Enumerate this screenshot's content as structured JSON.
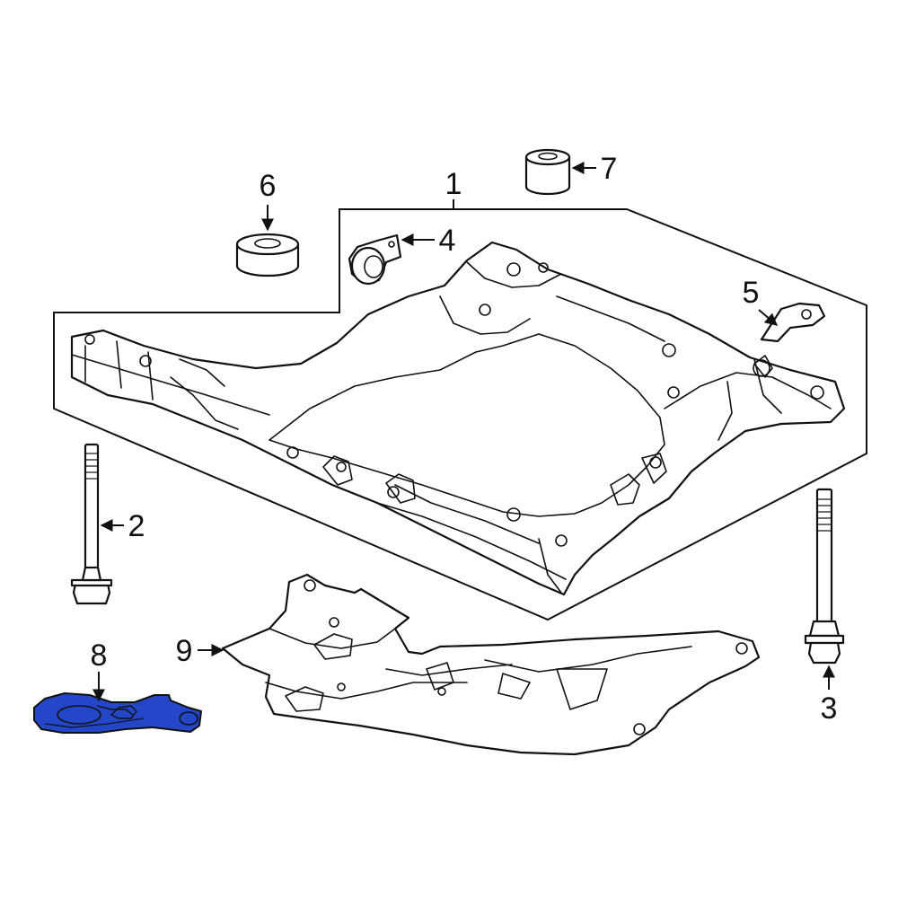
{
  "diagram": {
    "highlight_color": "#2446c8",
    "line_color": "#111111",
    "background": "#ffffff",
    "callouts": [
      {
        "id": "1",
        "label": "1"
      },
      {
        "id": "2",
        "label": "2"
      },
      {
        "id": "3",
        "label": "3"
      },
      {
        "id": "4",
        "label": "4"
      },
      {
        "id": "5",
        "label": "5"
      },
      {
        "id": "6",
        "label": "6"
      },
      {
        "id": "7",
        "label": "7"
      },
      {
        "id": "8",
        "label": "8"
      },
      {
        "id": "9",
        "label": "9"
      }
    ]
  }
}
